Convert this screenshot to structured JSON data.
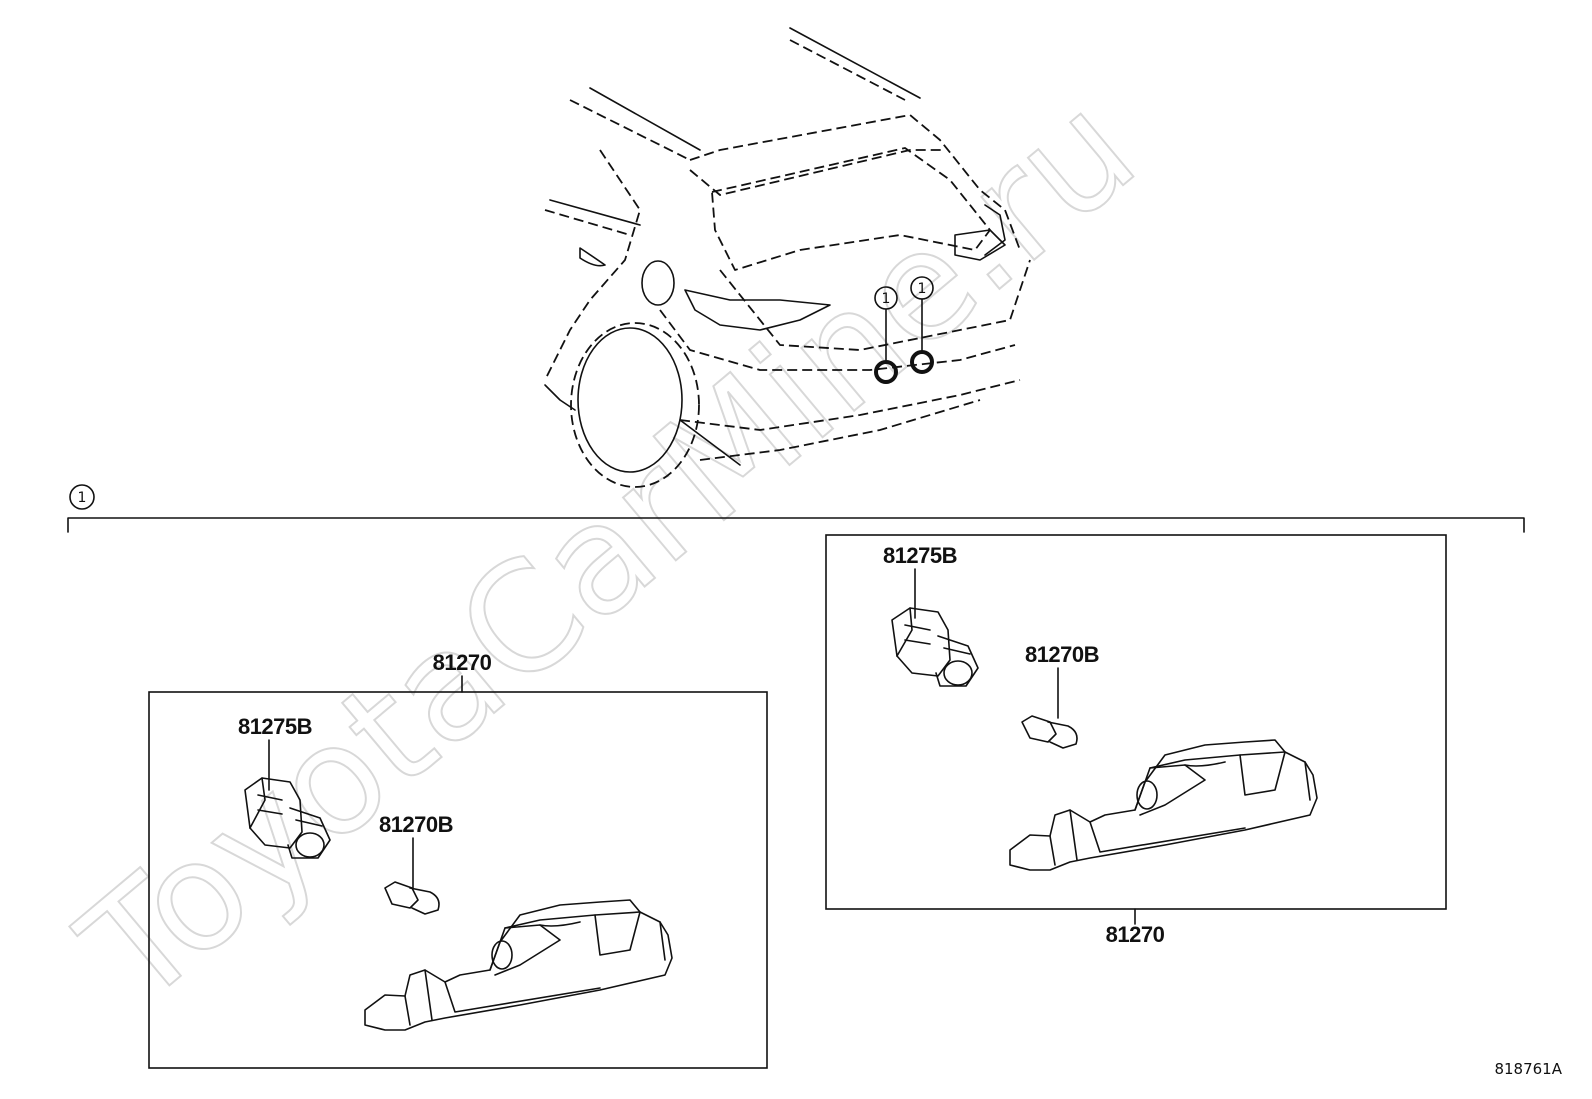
{
  "watermark": "ToyotaCarMine.ru",
  "drawing_id": "818761A",
  "callouts": {
    "callout_1": "1"
  },
  "assembly_left": {
    "assembly_label": "81270",
    "socket_label": "81275B",
    "bulb_label": "81270B"
  },
  "assembly_right": {
    "assembly_label": "81270",
    "socket_label": "81275B",
    "bulb_label": "81270B"
  }
}
